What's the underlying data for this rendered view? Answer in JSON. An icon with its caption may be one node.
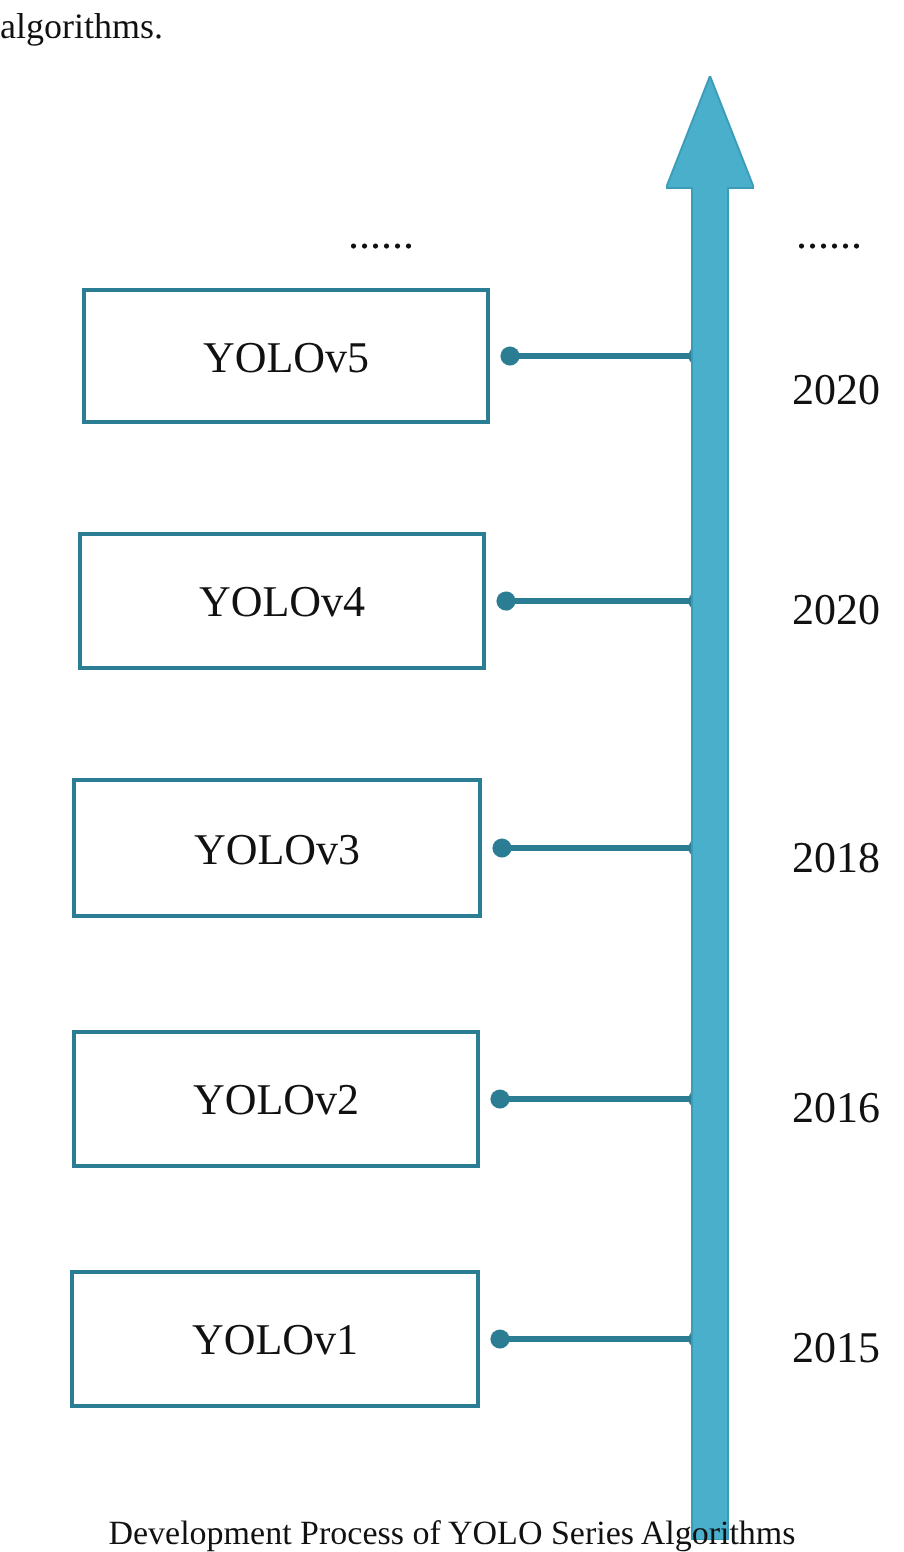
{
  "diagram": {
    "caption": "Development Process of YOLO Series Algorithms",
    "nodes": [
      {
        "text": [
          "YOLOv5"
        ]
      },
      {
        "text": [
          "YOLOv4"
        ]
      },
      {
        "text": [
          "YOLOv3"
        ]
      },
      {
        "text": [
          "YOLOv2"
        ]
      },
      {
        "text": [
          "YOLOv1"
        ]
      },
      {
        "text": [],
        "shape": "bar"
      }
    ],
    "edges": [
      {
        "from": 0,
        "to": 5,
        "arrow": "other"
      },
      {
        "from": 1,
        "to": 5,
        "arrow": "other"
      },
      {
        "from": 2,
        "to": 5,
        "arrow": "other"
      },
      {
        "from": 3,
        "to": 5,
        "arrow": "other"
      },
      {
        "from": 4,
        "to": 5,
        "arrow": "other"
      }
    ],
    "labels": [
      "algorithms.",
      "......",
      "......",
      "2020",
      "2020",
      "2018",
      "2016",
      "2015"
    ]
  }
}
